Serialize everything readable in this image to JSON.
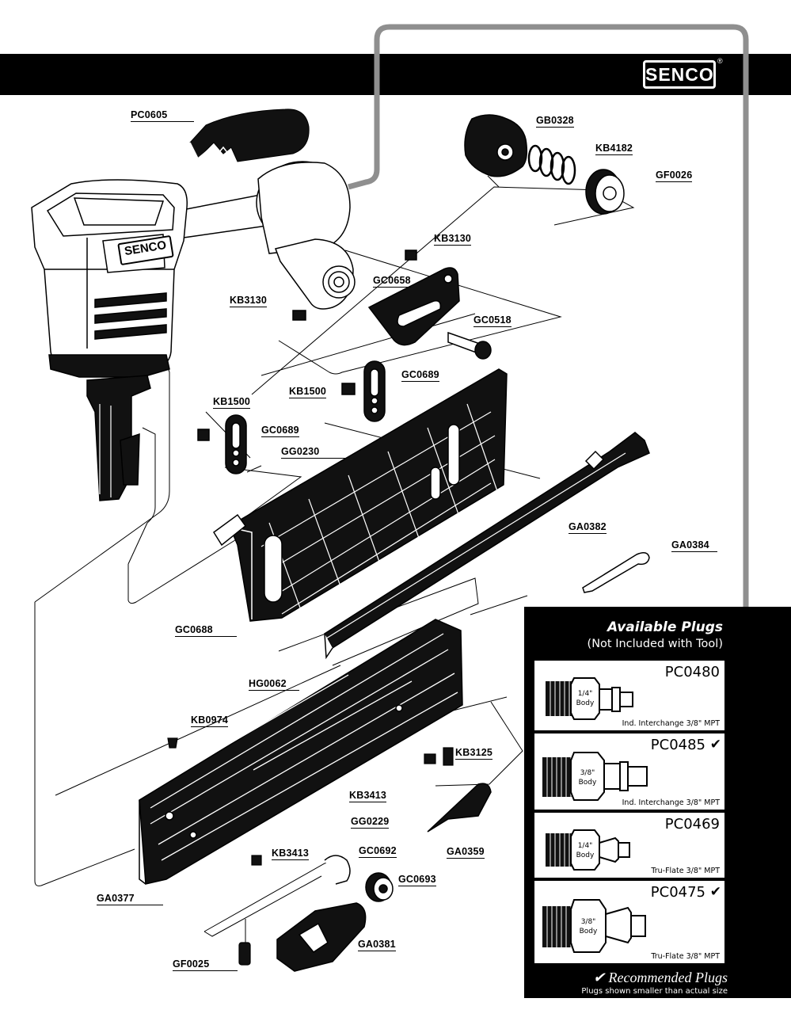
{
  "brand": {
    "logo_text": "SENCO",
    "registered_mark": "®"
  },
  "parts": [
    {
      "code": "PC0605"
    },
    {
      "code": "GB0328"
    },
    {
      "code": "KB4182"
    },
    {
      "code": "GF0026"
    },
    {
      "code": "KB3130"
    },
    {
      "code": "GC0658"
    },
    {
      "code": "KB3130"
    },
    {
      "code": "GC0518"
    },
    {
      "code": "KB1500"
    },
    {
      "code": "GC0689"
    },
    {
      "code": "KB1500"
    },
    {
      "code": "GC0689"
    },
    {
      "code": "GG0230"
    },
    {
      "code": "GA0382"
    },
    {
      "code": "GA0384"
    },
    {
      "code": "GC0688"
    },
    {
      "code": "HG0062"
    },
    {
      "code": "KB0974"
    },
    {
      "code": "KB3125"
    },
    {
      "code": "KB3413"
    },
    {
      "code": "GG0229"
    },
    {
      "code": "GA0359"
    },
    {
      "code": "KB3413"
    },
    {
      "code": "GC0692"
    },
    {
      "code": "GC0693"
    },
    {
      "code": "GA0377"
    },
    {
      "code": "GA0381"
    },
    {
      "code": "GF0025"
    }
  ],
  "tool_logo_text": "SENCO",
  "plugs_panel": {
    "title": "Available Plugs",
    "subtitle": "(Not Included with Tool)",
    "plugs": [
      {
        "code": "PC0480",
        "recommended": false,
        "body_size": "1/4\"",
        "body_word": "Body",
        "desc": "Ind. Interchange 3/8\" MPT"
      },
      {
        "code": "PC0485",
        "recommended": true,
        "body_size": "3/8\"",
        "body_word": "Body",
        "desc": "Ind. Interchange 3/8\" MPT"
      },
      {
        "code": "PC0469",
        "recommended": false,
        "body_size": "1/4\"",
        "body_word": "Body",
        "desc": "Tru-Flate 3/8\" MPT"
      },
      {
        "code": "PC0475",
        "recommended": true,
        "body_size": "3/8\"",
        "body_word": "Body",
        "desc": "Tru-Flate 3/8\" MPT"
      }
    ],
    "check_mark": "✔",
    "recommended_note": "✔ Recommended Plugs",
    "size_note": "Plugs shown smaller than actual size"
  }
}
